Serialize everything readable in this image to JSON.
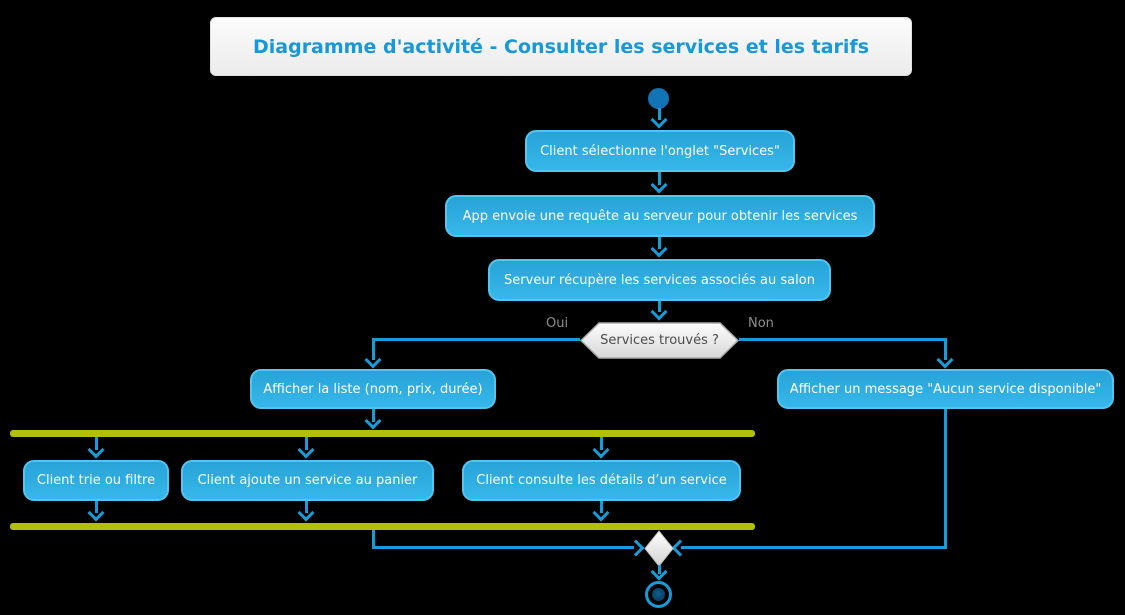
{
  "title": "Diagramme d'activité - Consulter les services et les tarifs",
  "activities": {
    "select_tab": "Client sélectionne l'onglet \"Services\"",
    "send_request": "App envoie une requête au serveur pour obtenir les services",
    "fetch_services": "Serveur récupère les services associés au salon",
    "show_list": "Afficher la liste (nom, prix, durée)",
    "show_message": "Afficher un message \"Aucun service disponible\"",
    "sort_filter": "Client trie ou filtre",
    "add_to_cart": "Client ajoute un service au panier",
    "view_details": "Client consulte les détails d’un service"
  },
  "decision": {
    "question": "Services trouvés ?",
    "yes_label": "Oui",
    "no_label": "Non"
  },
  "colors": {
    "background": "#000000",
    "activity_fill": "#2badde",
    "activity_border": "#52c5f1",
    "activity_text": "#ffffff",
    "arrow": "#169dd9",
    "fork_join_bar": "#b2bf0b",
    "start_node": "#1273b5",
    "title_text": "#1898d8",
    "title_background": "#f4f4f4",
    "decision_fill": "#ededed",
    "decision_text": "#4d4d4d",
    "branch_label_text": "#8d8d8d"
  }
}
